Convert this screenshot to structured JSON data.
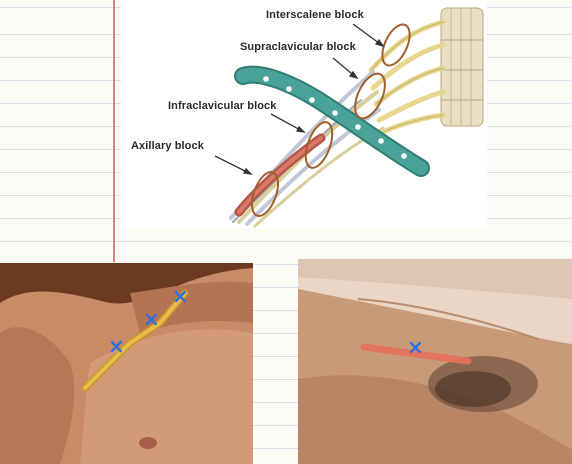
{
  "diagram": {
    "labels": {
      "interscalene": "Interscalene block",
      "supraclavicular": "Supraclavicular block",
      "infraclavicular": "Infraclavicular block",
      "axillary": "Axillary block"
    }
  },
  "photos": {
    "shoulder": {
      "marker": "×"
    },
    "axilla": {
      "marker": "×"
    }
  },
  "colors": {
    "clavicle": "#4aa39a",
    "block_ring": "#a0602a",
    "marker": "#2f6fe0",
    "supraclavicular_line": "#d8a030",
    "axillary_line": "#e8705a",
    "margin_line": "#d98080"
  }
}
